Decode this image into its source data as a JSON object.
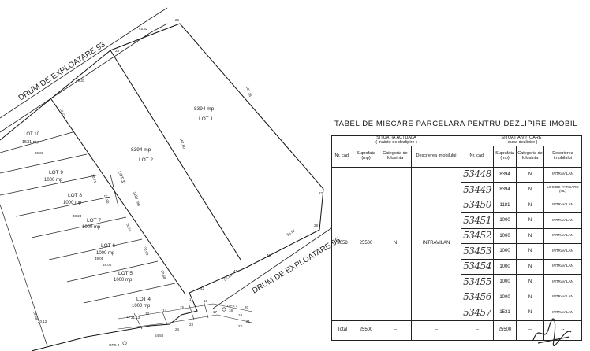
{
  "plan": {
    "roads": [
      {
        "label": "DRUM DE EXPLOATARE 93"
      },
      {
        "label": "DRUM DE EXPLOATARE 96"
      }
    ],
    "lots": [
      {
        "name": "LOT 1",
        "area": "8394 mp"
      },
      {
        "name": "LOT 2",
        "area": "8394 mp"
      },
      {
        "name": "LOT 3",
        "area": "1181 mp"
      },
      {
        "name": "LOT 4",
        "area": "1000 mp"
      },
      {
        "name": "LOT 5",
        "area": "1000 mp"
      },
      {
        "name": "LOT 6",
        "area": "1000 mp"
      },
      {
        "name": "LOT 7",
        "area": "1000 mp"
      },
      {
        "name": "LOT 8",
        "area": "1000 mp"
      },
      {
        "name": "LOT 9",
        "area": "1000 mp"
      },
      {
        "name": "LOT 10",
        "area": "1531 mp"
      }
    ],
    "dimensions": [
      "45.52",
      "181.36",
      "167.80",
      "56.52",
      "50.19",
      "49.33",
      "24.67",
      "20.71",
      "20.80",
      "20.74",
      "20.69",
      "20.68",
      "20.64",
      "48.24",
      "48.00",
      "49.05",
      "36.03",
      "20.12",
      "21.13",
      "54.50"
    ],
    "points": [
      "25",
      "26",
      "27",
      "28",
      "40",
      "41",
      "42",
      "1",
      "12",
      "13",
      "14",
      "15",
      "16",
      "17",
      "18",
      "19",
      "20",
      "21",
      "22",
      "23",
      "24"
    ],
    "gps": [
      "GPS 1",
      "GPS 2"
    ]
  },
  "table": {
    "title": "TABEL DE MISCARE PARCELARA PENTRU DEZLIPIRE IMOBIL",
    "actual_header": "SITUATIA ACTUALA",
    "actual_sub": "( inainte de dezlipire )",
    "future_header": "SITUATIA VIITOARE",
    "future_sub": "( dupa dezlipire )",
    "columns": {
      "nr_cad": "Nr. cad.",
      "suprafata": "Suprafata (mp)",
      "categoria": "Categoria de folosinta",
      "descrierea": "Descrierea imobilului"
    },
    "actual_row": {
      "nr_cad": "3058",
      "suprafata": "25500",
      "categoria": "N",
      "descrierea": "INTRAVILAN"
    },
    "rows": [
      {
        "nr_cad": "53448",
        "suprafata": "8394",
        "categoria": "N",
        "descrierea": "INTRAVILAN"
      },
      {
        "nr_cad": "53449",
        "suprafata": "8394",
        "categoria": "N",
        "descrierea": "LOC DE PARCARE (NL)"
      },
      {
        "nr_cad": "53450",
        "suprafata": "1181",
        "categoria": "N",
        "descrierea": "INTRAVILAN"
      },
      {
        "nr_cad": "53451",
        "suprafata": "1000",
        "categoria": "N",
        "descrierea": "INTRAVILAN"
      },
      {
        "nr_cad": "53452",
        "suprafata": "1000",
        "categoria": "N",
        "descrierea": "INTRAVILAN"
      },
      {
        "nr_cad": "53453",
        "suprafata": "1000",
        "categoria": "N",
        "descrierea": "INTRAVILAN"
      },
      {
        "nr_cad": "53454",
        "suprafata": "1000",
        "categoria": "N",
        "descrierea": "INTRAVILAN"
      },
      {
        "nr_cad": "53455",
        "suprafata": "1000",
        "categoria": "N",
        "descrierea": "INTRAVILAN"
      },
      {
        "nr_cad": "53456",
        "suprafata": "1000",
        "categoria": "N",
        "descrierea": "INTRAVILAN"
      },
      {
        "nr_cad": "53457",
        "suprafata": "1531",
        "categoria": "N",
        "descrierea": "INTRAVILAN"
      }
    ],
    "total": {
      "label": "Total",
      "actual": "25500",
      "future": "25500",
      "dash": "--"
    }
  }
}
